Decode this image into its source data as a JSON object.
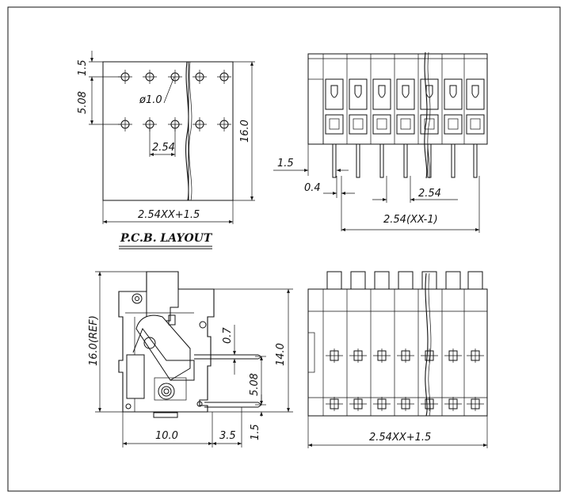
{
  "drawing": {
    "pcb_layout": {
      "caption": "P.C.B. LAYOUT",
      "dim_top": "1.5",
      "dim_row": "5.08",
      "dim_hole": "ø1.0",
      "dim_pitch": "2.54",
      "dim_height": "16.0",
      "dim_width": "2.54XX+1.5"
    },
    "front_view": {
      "dim_offset": "1.5",
      "dim_pin": "0.4",
      "dim_pitch": "2.54",
      "dim_span": "2.54(XX-1)"
    },
    "side_view": {
      "dim_ref_height": "16.0(REF)",
      "dim_height": "14.0",
      "dim_pin_thk": "0.7",
      "dim_pin_gap": "5.08",
      "dim_bottom": "1.5",
      "dim_depth": "10.0",
      "dim_pin_len": "3.5"
    },
    "bottom_view": {
      "dim_width": "2.54XX+1.5"
    }
  }
}
